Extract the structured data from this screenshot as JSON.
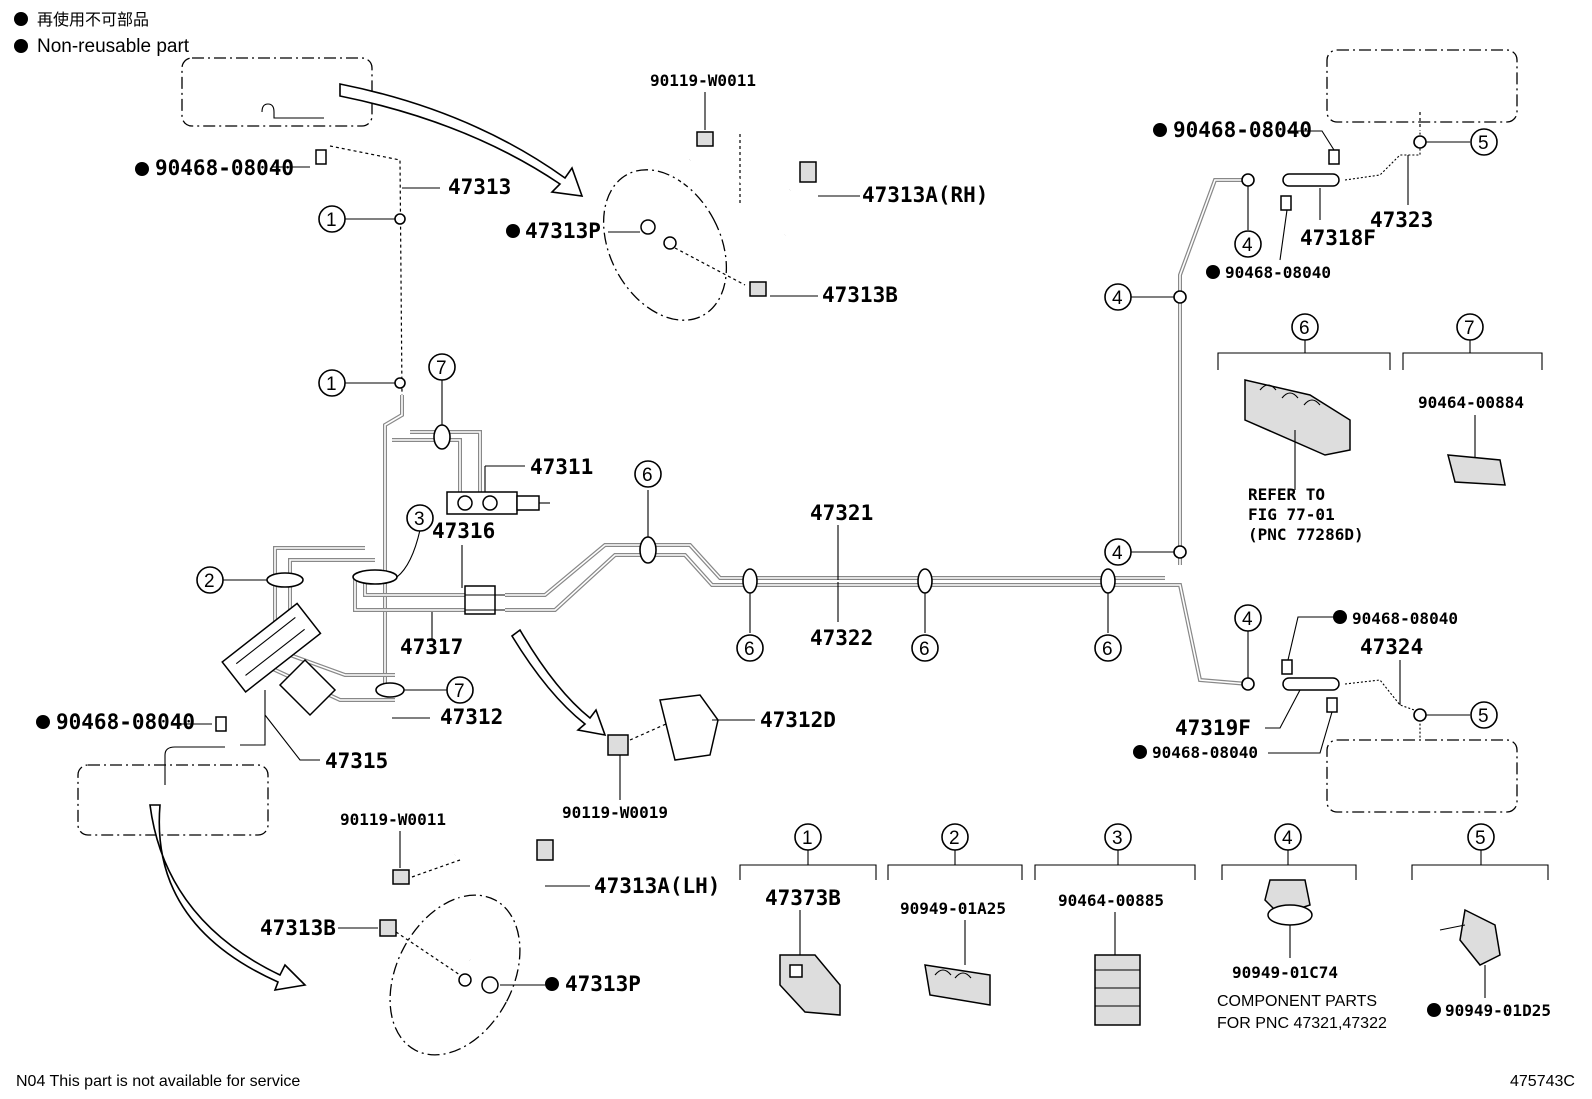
{
  "legend": {
    "line1": "再使用不可部品",
    "line2": "Non-reusable part"
  },
  "footer": {
    "note": "N04 This part is not available for service",
    "figure_code": "475743C"
  },
  "callouts": {
    "c1": "1",
    "c2": "2",
    "c3": "3",
    "c4": "4",
    "c5": "5",
    "c6": "6",
    "c7": "7"
  },
  "labels": {
    "p90468_tl": "90468-08040",
    "p47313": "47313",
    "p90119_w0011_top": "90119-W0011",
    "p47313A_RH": "47313A(RH)",
    "p47313P_top": "47313P",
    "p47313B_top": "47313B",
    "p47311": "47311",
    "p47316": "47316",
    "p47317": "47317",
    "p47312": "47312",
    "p47315": "47315",
    "p90468_left": "90468-08040",
    "p47321": "47321",
    "p47322": "47322",
    "p47312D": "47312D",
    "p90119_w0019": "90119-W0019",
    "p90119_w0011_bot": "90119-W0011",
    "p47313A_LH": "47313A(LH)",
    "p47313B_bot": "47313B",
    "p47313P_bot": "47313P",
    "p90468_r1": "90468-08040",
    "p90468_r2": "90468-08040",
    "p47318F": "47318F",
    "p47323": "47323",
    "p90468_r3": "90468-08040",
    "p90468_r4": "90468-08040",
    "p47324": "47324",
    "p47319F": "47319F",
    "p90464_00884": "90464-00884",
    "refer1": "REFER TO",
    "refer2": "FIG 77-01",
    "refer3": "(PNC 77286D)",
    "p47373B": "47373B",
    "p90949_01A25": "90949-01A25",
    "p90464_00885": "90464-00885",
    "p90949_01C74": "90949-01C74",
    "component1": "COMPONENT PARTS",
    "component2": "FOR PNC 47321,47322",
    "p90949_01D25": "90949-01D25"
  }
}
